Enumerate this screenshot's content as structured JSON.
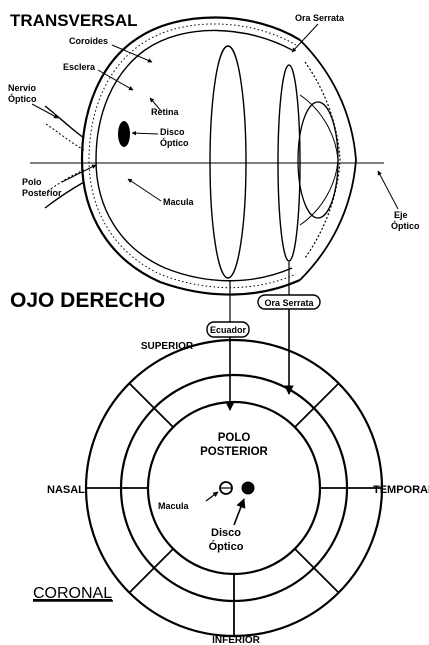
{
  "transversal": {
    "title": "TRANSVERSAL",
    "labels": {
      "ora_serrata": "Ora Serrata",
      "coroides": "Coroides",
      "esclera": "Esclera",
      "nervio_optico_1": "Nervio",
      "nervio_optico_2": "Óptico",
      "retina": "Retina",
      "disco_optico_1": "Disco",
      "disco_optico_2": "Óptico",
      "polo_posterior_1": "Polo",
      "polo_posterior_2": "Posterior",
      "macula": "Macula",
      "eje_optico_1": "Eje",
      "eje_optico_2": "Óptico"
    }
  },
  "heading": "OJO DERECHO",
  "callouts": {
    "ecuador": "Ecuador",
    "ora_serrata": "Ora Serrata"
  },
  "coronal": {
    "title": "CORONAL",
    "superior": "SUPERIOR",
    "inferior": "INFERIOR",
    "nasal": "NASAL",
    "temporal": "TEMPORAL",
    "polo_1": "POLO",
    "polo_2": "POSTERIOR",
    "macula": "Macula",
    "disco_1": "Disco",
    "disco_2": "Óptico"
  }
}
